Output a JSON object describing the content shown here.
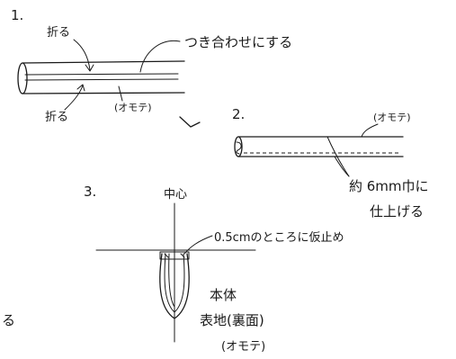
{
  "step1": {
    "number": "1.",
    "fold_label_top": "折る",
    "fold_label_bottom": "折る",
    "join_label": "つき合わせにする",
    "face_label": "(オモテ)"
  },
  "step2": {
    "number": "2.",
    "face_label": "(オモテ)",
    "width_label_line1": "約 6mm巾に",
    "width_label_line2": "仕上げる"
  },
  "step3": {
    "number": "3.",
    "center_label": "中心",
    "tack_label": "0.5cmのところに仮止め",
    "body_label": "本体",
    "fabric_label": "表地(裏面)",
    "face_label": "(オモテ)",
    "edge_fragment": "る"
  }
}
